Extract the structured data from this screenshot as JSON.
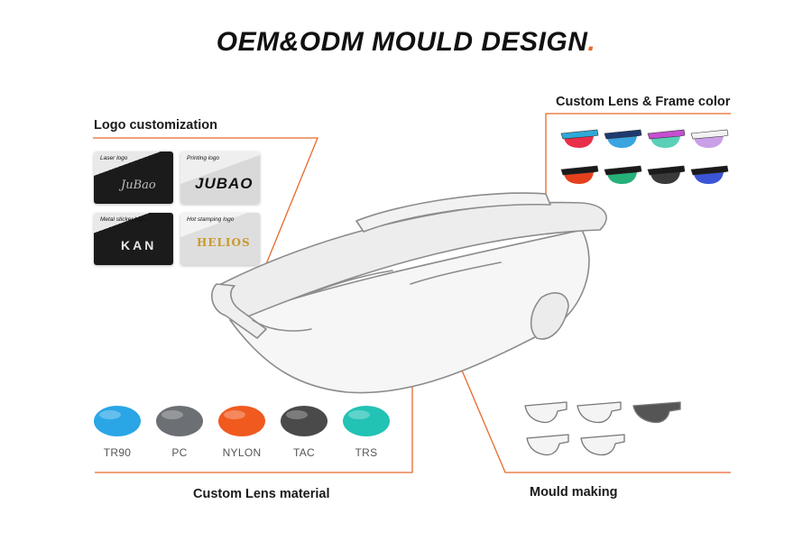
{
  "title": {
    "text": "OEM&ODM MOULD DESIGN",
    "dot": "."
  },
  "logo_section": {
    "label": "Logo customization",
    "cards": [
      {
        "caption": "Laser logo",
        "sample": "JuBao"
      },
      {
        "caption": "Printing logo",
        "sample": "JUBAO"
      },
      {
        "caption": "Metal sticker logo",
        "sample": "KAN"
      },
      {
        "caption": "Hot stamping logo",
        "sample": "HELIOS"
      }
    ]
  },
  "color_section": {
    "label": "Custom Lens & Frame color",
    "swatches": [
      {
        "lens": "#e8304a",
        "frame": "#2fa9d8"
      },
      {
        "lens": "#3aa4e0",
        "frame": "#1e3a6e"
      },
      {
        "lens": "#5ad0b8",
        "frame": "#c44fd0"
      },
      {
        "lens": "#c9a0e8",
        "frame": "#f2f2f2"
      },
      {
        "lens": "#e5401c",
        "frame": "#1a1a1a"
      },
      {
        "lens": "#26b07a",
        "frame": "#1a1a1a"
      },
      {
        "lens": "#3a3a3a",
        "frame": "#1a1a1a"
      },
      {
        "lens": "#3b55d6",
        "frame": "#1a1a1a"
      }
    ]
  },
  "materials": {
    "label": "Custom Lens material",
    "items": [
      {
        "name": "TR90",
        "color": "#2aa6e6"
      },
      {
        "name": "PC",
        "color": "#6c7075"
      },
      {
        "name": "NYLON",
        "color": "#f05a1e"
      },
      {
        "name": "TAC",
        "color": "#4a4a4a"
      },
      {
        "name": "TRS",
        "color": "#22c2b4"
      }
    ]
  },
  "mould": {
    "label": "Mould making"
  },
  "colors": {
    "accent": "#e8692c"
  }
}
